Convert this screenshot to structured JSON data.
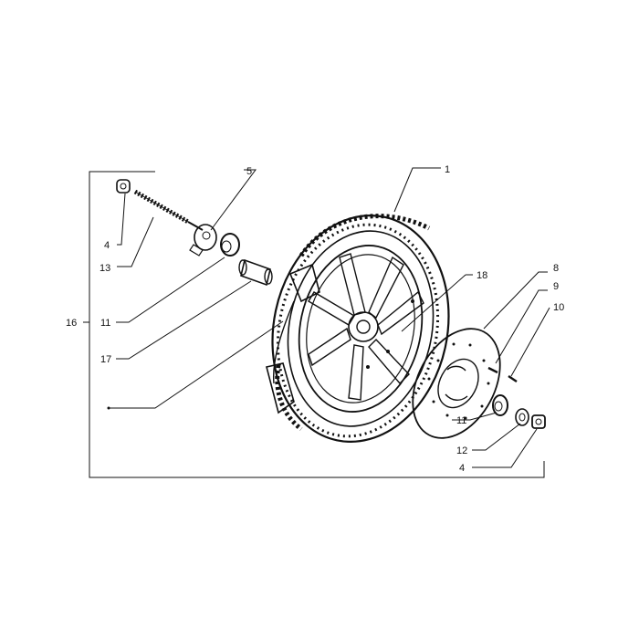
{
  "diagram": {
    "callouts": {
      "c1": "1",
      "c4a": "4",
      "c4b": "4",
      "c5": "5",
      "c8": "8",
      "c9": "9",
      "c10": "10",
      "c11a": "11",
      "c11b": "11",
      "c12": "12",
      "c13": "13",
      "c16": "16",
      "c17": "17",
      "c18": "18"
    }
  }
}
